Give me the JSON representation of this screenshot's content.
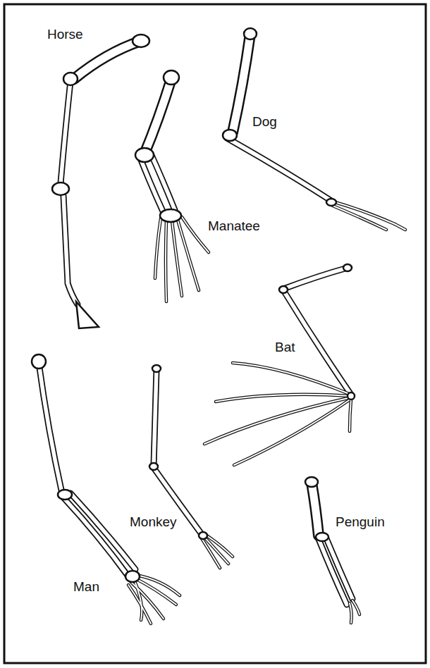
{
  "diagram": {
    "labels": [
      "Horse",
      "Dog",
      "Manatee",
      "Bat",
      "Monkey",
      "Penguin",
      "Man"
    ]
  }
}
